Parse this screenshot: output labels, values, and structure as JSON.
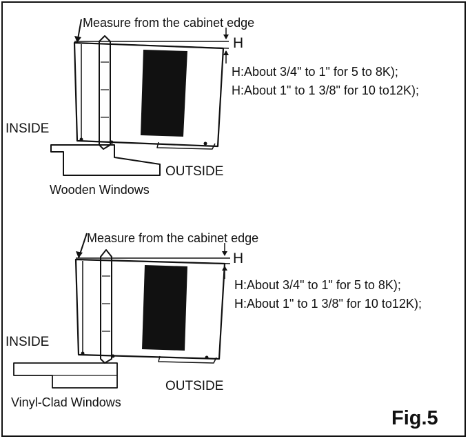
{
  "figure_label": "Fig.5",
  "diagrams": [
    {
      "measure_text": "Measure from the cabinet edge",
      "h_marker": "H",
      "spec_lines": [
        "H:About 3/4\" to 1\" for 5 to 8K);",
        "H:About 1\" to 1 3/8\" for 10 to12K);"
      ],
      "inside_label": "INSIDE",
      "outside_label": "OUTSIDE",
      "window_type": "Wooden Windows"
    },
    {
      "measure_text": "Measure from the cabinet edge",
      "h_marker": "H",
      "spec_lines": [
        "H:About 3/4\" to 1\" for 5 to 8K);",
        "H:About 1\" to 1 3/8\" for 10 to12K);"
      ],
      "inside_label": "INSIDE",
      "outside_label": "OUTSIDE",
      "window_type": "Vinyl-Clad Windows"
    }
  ]
}
